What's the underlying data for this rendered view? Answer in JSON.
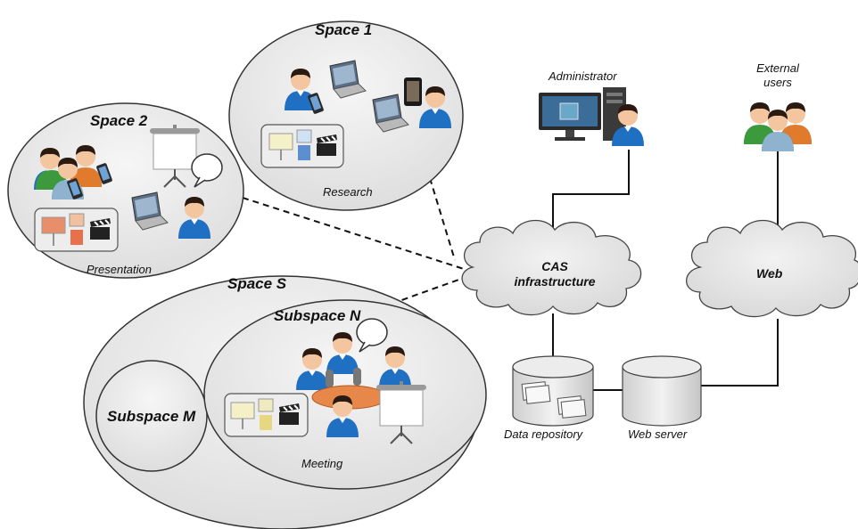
{
  "spaces": {
    "space1": {
      "title": "Space 1",
      "subtitle": "Research"
    },
    "space2": {
      "title": "Space 2",
      "subtitle": "Presentation"
    },
    "spaceS": {
      "title": "Space S",
      "subspaceM": {
        "title": "Subspace M"
      },
      "subspaceN": {
        "title": "Subspace N",
        "subtitle": "Meeting"
      }
    }
  },
  "infrastructure": {
    "cas_line1": "CAS",
    "cas_line2": "infrastructure",
    "web": "Web",
    "administrator": "Administrator",
    "external_line1": "External",
    "external_line2": "users",
    "data_repository": "Data repository",
    "web_server": "Web server"
  },
  "icons": [
    "user-icon",
    "laptop-icon",
    "phone-icon",
    "tablet-icon",
    "projector-screen-icon",
    "speech-bubble-icon",
    "media-icon",
    "server-icon",
    "monitor-icon",
    "database-icon",
    "cloud-icon",
    "user-group-icon",
    "microphone-icon",
    "meeting-table-icon"
  ],
  "colors": {
    "ellipse_fill": "#e9e9e9",
    "user_blue": "#1f6fc2",
    "skin": "#f4c6a0",
    "table_orange": "#e8874a",
    "cloud_fill": "#e3e3e3"
  }
}
